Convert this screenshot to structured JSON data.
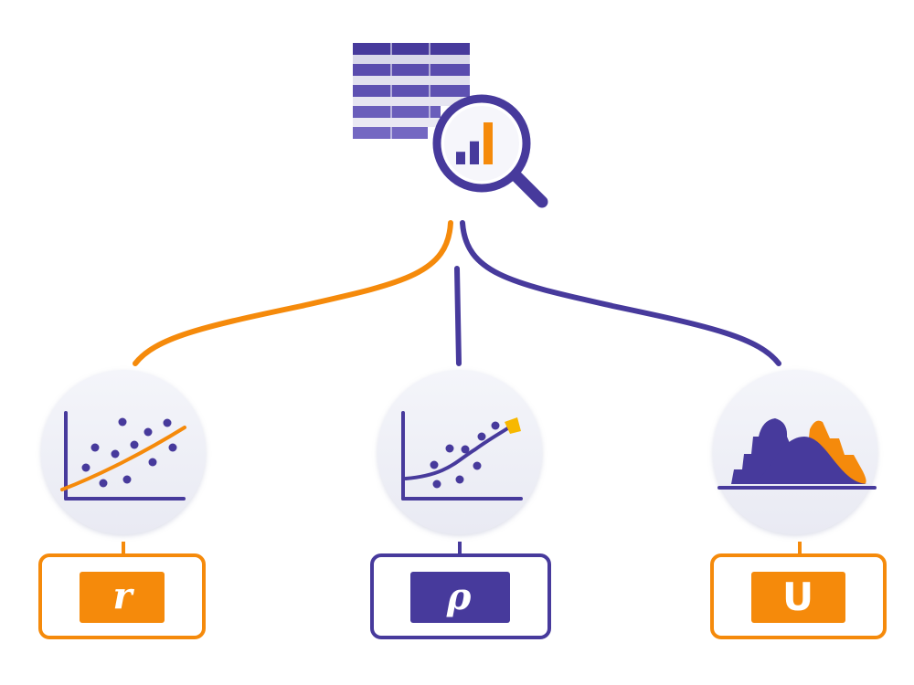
{
  "colors": {
    "purple": "#473a9c",
    "orange": "#f58a0b",
    "yellow": "#f7b800",
    "circle_bg": "#f1f2f8",
    "box_bg": "#ffffff",
    "symbol_text": "#ffffff"
  },
  "root": {
    "icon": "table-magnifier-chart-icon",
    "magnifier_bars": [
      0.3,
      0.55,
      1.0
    ]
  },
  "branches": [
    {
      "id": "pearson",
      "icon": "scatter-linear-fit-icon",
      "accent": "orange",
      "symbol": "r"
    },
    {
      "id": "spearman",
      "icon": "scatter-monotonic-curve-icon",
      "accent": "purple",
      "symbol": "ρ"
    },
    {
      "id": "mann-whitney",
      "icon": "overlapping-distributions-icon",
      "accent": "orange",
      "symbol": "U"
    }
  ]
}
